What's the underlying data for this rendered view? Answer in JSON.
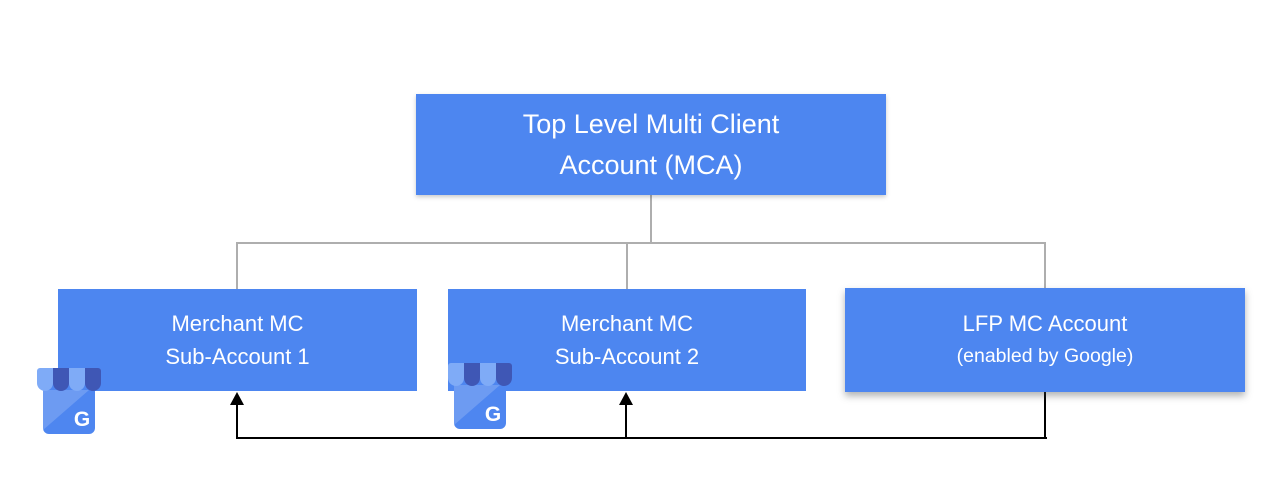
{
  "colors": {
    "node_blue": "#4d86f0",
    "node_text": "#ffffff",
    "connector_gray": "#aeaeae",
    "connector_black": "#000000",
    "icon_body_blue": "#4e86f0",
    "icon_awning_light": "#7fabf7",
    "icon_awning_dark": "#3f57b5"
  },
  "nodes": {
    "mca": {
      "line1": "Top Level Multi Client",
      "line2": "Account (MCA)"
    },
    "sub1": {
      "line1": "Merchant MC",
      "line2": "Sub-Account 1"
    },
    "sub2": {
      "line1": "Merchant MC",
      "line2": "Sub-Account 2"
    },
    "lfp": {
      "line1": "LFP MC Account",
      "line2": "(enabled by Google)"
    }
  },
  "icons": {
    "business_profile_letter": "G"
  }
}
